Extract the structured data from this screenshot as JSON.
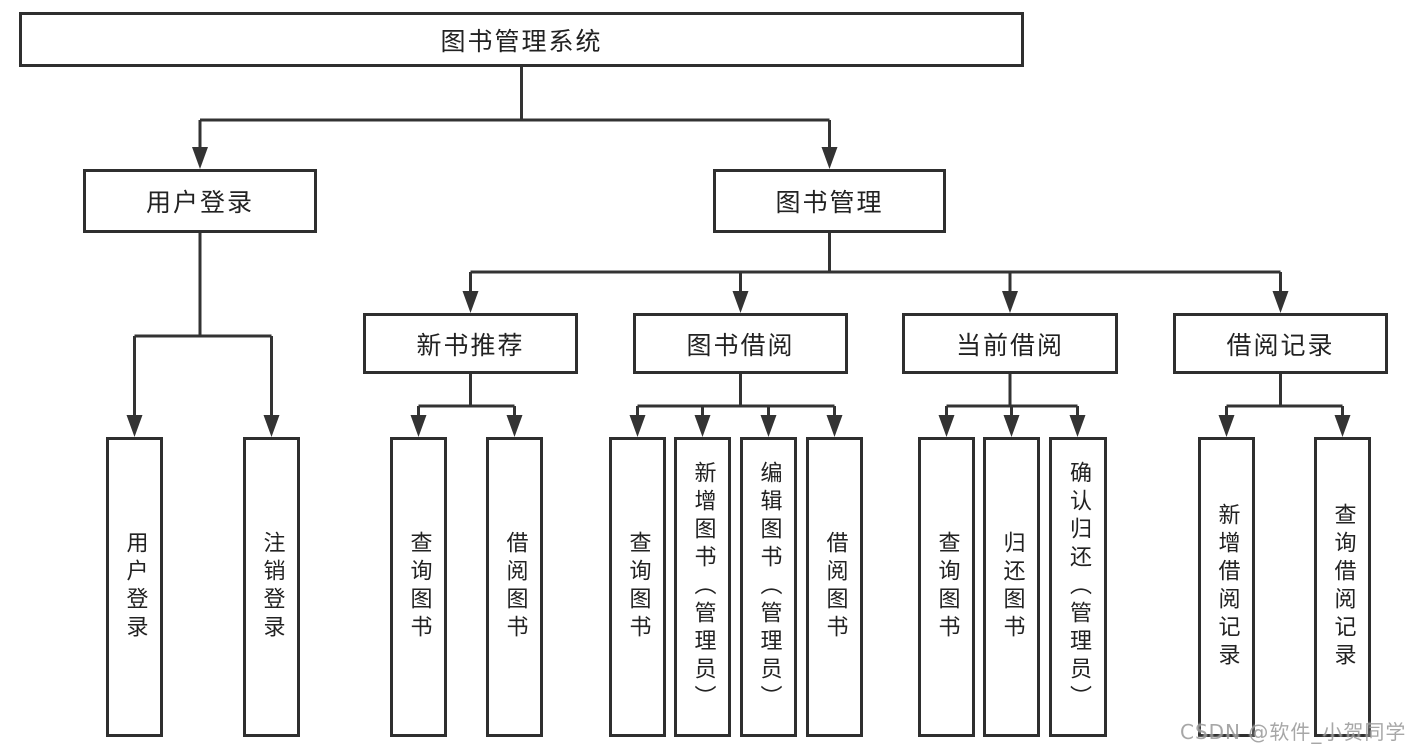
{
  "diagram": {
    "title_node": {
      "label": "图书管理系统"
    },
    "level2": [
      {
        "label": "用户登录"
      },
      {
        "label": "图书管理"
      }
    ],
    "level3": [
      {
        "label": "新书推荐",
        "parent": "图书管理"
      },
      {
        "label": "图书借阅",
        "parent": "图书管理"
      },
      {
        "label": "当前借阅",
        "parent": "图书管理"
      },
      {
        "label": "借阅记录",
        "parent": "图书管理"
      }
    ],
    "leaves": [
      {
        "label": "用户登录",
        "parent": "用户登录"
      },
      {
        "label": "注销登录",
        "parent": "用户登录"
      },
      {
        "label": "查询图书",
        "parent": "新书推荐"
      },
      {
        "label": "借阅图书",
        "parent": "新书推荐"
      },
      {
        "label": "查询图书",
        "parent": "图书借阅"
      },
      {
        "label": "新增图书（管理员）",
        "parent": "图书借阅"
      },
      {
        "label": "编辑图书（管理员）",
        "parent": "图书借阅"
      },
      {
        "label": "借阅图书",
        "parent": "图书借阅"
      },
      {
        "label": "查询图书",
        "parent": "当前借阅"
      },
      {
        "label": "归还图书",
        "parent": "当前借阅"
      },
      {
        "label": "确认归还（管理员）",
        "parent": "当前借阅"
      },
      {
        "label": "新增借阅记录",
        "parent": "借阅记录"
      },
      {
        "label": "查询借阅记录",
        "parent": "借阅记录"
      }
    ]
  },
  "watermark": {
    "text": "CSDN @软件_小贺同学"
  },
  "colors": {
    "line": "#333333",
    "box_border": "#2f2f2f",
    "text": "#222222",
    "watermark": "#9c9c9c",
    "background": "#ffffff"
  }
}
